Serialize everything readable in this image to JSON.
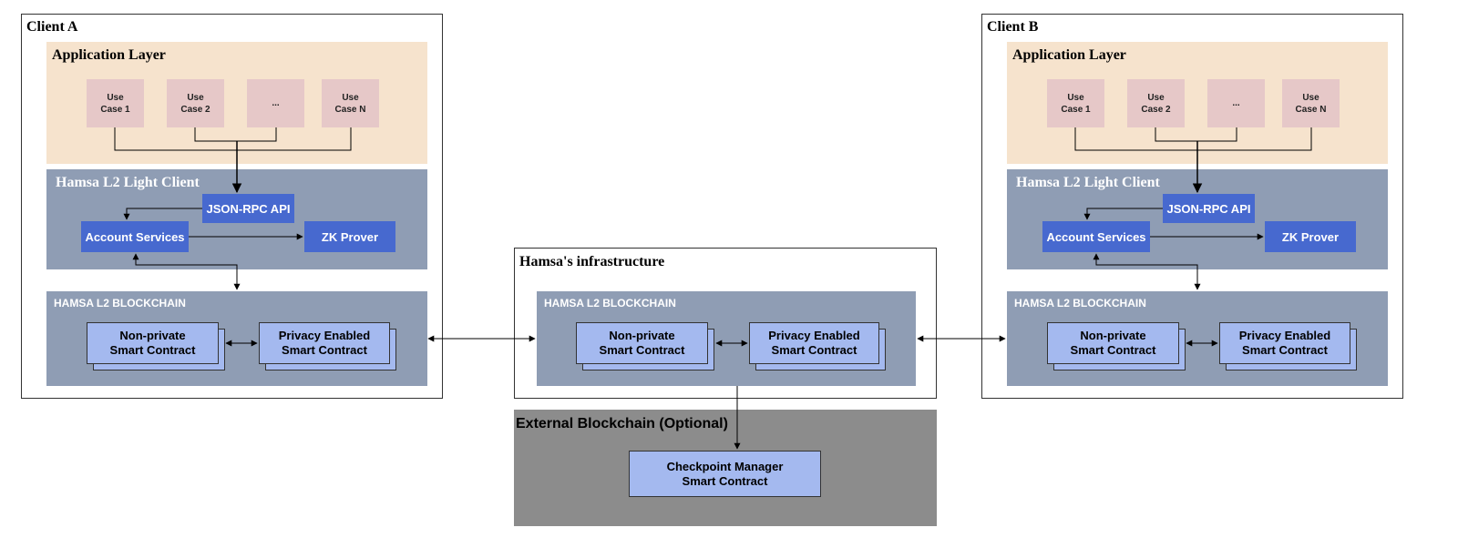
{
  "client_a": {
    "title": "Client A",
    "app_layer": {
      "title": "Application Layer",
      "use_cases": [
        "Use\nCase 1",
        "Use\nCase 2",
        "...",
        "Use\nCase N"
      ]
    },
    "light_client": {
      "title": "Hamsa L2 Light Client",
      "json_rpc": "JSON-RPC API",
      "account_services": "Account Services",
      "zk_prover": "ZK Prover"
    },
    "blockchain": {
      "title": "HAMSA L2 BLOCKCHAIN",
      "non_private": "Non-private\nSmart Contract",
      "privacy_enabled": "Privacy Enabled\nSmart Contract"
    }
  },
  "client_b": {
    "title": "Client B",
    "app_layer": {
      "title": "Application Layer",
      "use_cases": [
        "Use\nCase 1",
        "Use\nCase 2",
        "...",
        "Use\nCase N"
      ]
    },
    "light_client": {
      "title": "Hamsa L2 Light Client",
      "json_rpc": "JSON-RPC API",
      "account_services": "Account Services",
      "zk_prover": "ZK Prover"
    },
    "blockchain": {
      "title": "HAMSA L2 BLOCKCHAIN",
      "non_private": "Non-private\nSmart Contract",
      "privacy_enabled": "Privacy Enabled\nSmart Contract"
    }
  },
  "infrastructure": {
    "title": "Hamsa's infrastructure",
    "blockchain": {
      "title": "HAMSA L2 BLOCKCHAIN",
      "non_private": "Non-private\nSmart Contract",
      "privacy_enabled": "Privacy Enabled\nSmart Contract"
    }
  },
  "external": {
    "title": "External Blockchain (Optional)",
    "checkpoint": "Checkpoint Manager\nSmart Contract"
  },
  "colors": {
    "app_layer": "#f6e3cd",
    "use_case": "#e6c8c8",
    "light_client": "#8f9db4",
    "service": "#4769cf",
    "contract": "#a4b9ef",
    "external": "#8c8c8c"
  }
}
